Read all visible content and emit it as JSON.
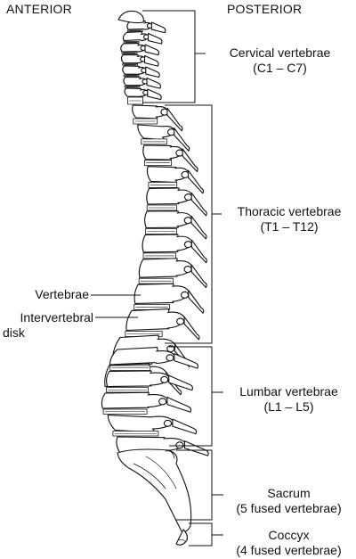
{
  "header": {
    "anterior": "ANTERIOR",
    "posterior": "POSTERIOR"
  },
  "regions": {
    "cervical": {
      "name": "Cervical vertebrae",
      "range": "(C1 – C7)"
    },
    "thoracic": {
      "name": "Thoracic vertebrae",
      "range": "(T1 – T12)"
    },
    "lumbar": {
      "name": "Lumbar vertebrae",
      "range": "(L1 – L5)"
    },
    "sacrum": {
      "name": "Sacrum",
      "range": "(5 fused vertebrae)"
    },
    "coccyx": {
      "name": "Coccyx",
      "range": "(4 fused vertebrae)"
    }
  },
  "callouts": {
    "vertebrae": "Vertebrae",
    "disk_line1": "Intervertebral",
    "disk_line2": "disk"
  },
  "colors": {
    "ink": "#111111",
    "bone_fill": "#ffffff"
  }
}
